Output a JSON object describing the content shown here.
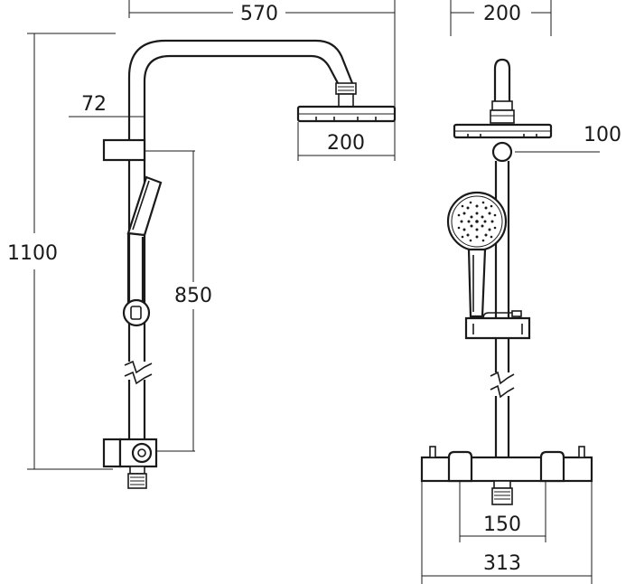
{
  "diagram": {
    "side_view": {
      "dimensions": {
        "arm_reach": "570",
        "head_width": "200",
        "rail_offset": "72",
        "total_height": "1100",
        "slider_to_valve": "850"
      }
    },
    "front_view": {
      "dimensions": {
        "head_width": "200",
        "head_depth": "100",
        "inlet_centres": "150",
        "valve_width": "313"
      }
    },
    "colors": {
      "line": "#1a1a1a",
      "background": "#ffffff"
    }
  }
}
